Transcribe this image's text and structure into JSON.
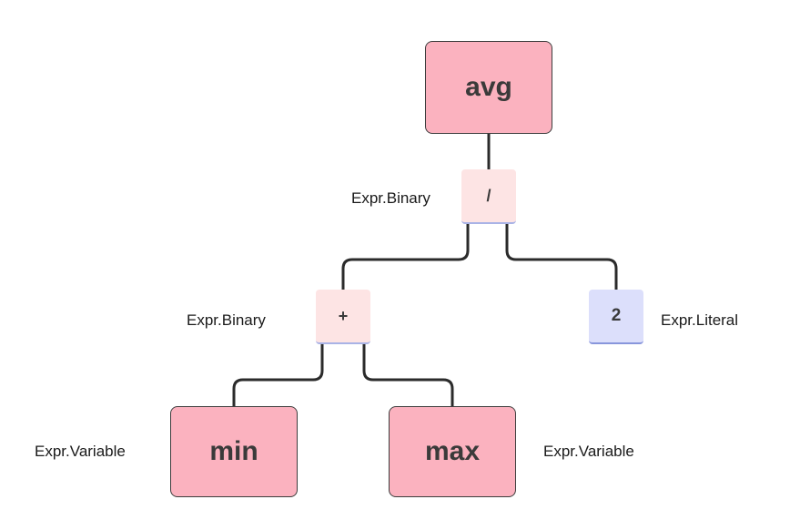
{
  "nodes": {
    "avg": "avg",
    "divide": "/",
    "plus": "+",
    "literal": "2",
    "min": "min",
    "max": "max"
  },
  "labels": {
    "divide": "Expr.Binary",
    "plus": "Expr.Binary",
    "literal": "Expr.Literal",
    "min": "Expr.Variable",
    "max": "Expr.Variable"
  },
  "colors": {
    "variable_fill": "#fbb2bf",
    "binary_fill": "#fde4e4",
    "literal_fill": "#dcdffb",
    "edge": "#2b2b2b"
  }
}
